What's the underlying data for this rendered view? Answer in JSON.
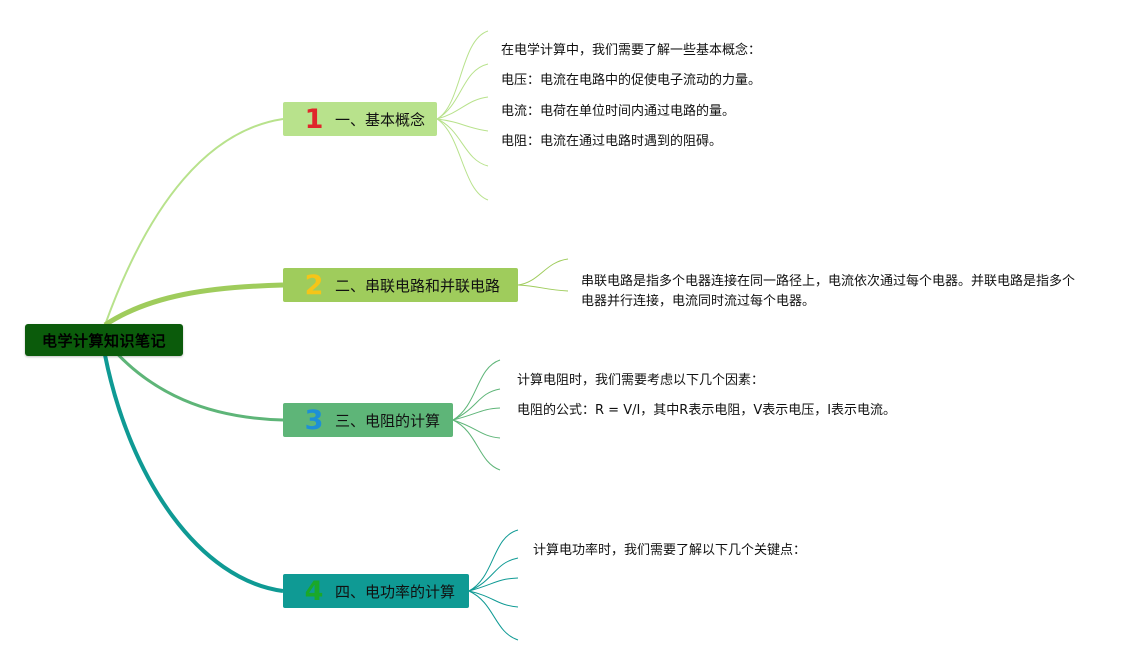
{
  "root": {
    "title": "电学计算知识笔记",
    "bg_color": "#0b5b0b",
    "text_color": "#000000"
  },
  "branches": [
    {
      "number": "1",
      "label": "一、基本概念",
      "node_color": "#b8e28c",
      "number_color": "#e0262b",
      "line_color": "#b8e28c",
      "details": [
        "在电学计算中，我们需要了解一些基本概念：",
        "电压：电流在电路中的促使电子流动的力量。",
        "电流：电荷在单位时间内通过电路的量。",
        "电阻：电流在通过电路时遇到的阻碍。"
      ]
    },
    {
      "number": "2",
      "label": "二、串联电路和并联电路",
      "node_color": "#9fcc5c",
      "number_color": "#f5c518",
      "line_color": "#9fcc5c",
      "details": [
        "串联电路是指多个电器连接在同一路径上，电流依次通过每个电器。并联电路是指多个电器并行连接，电流同时流过每个电器。"
      ]
    },
    {
      "number": "3",
      "label": "三、电阻的计算",
      "node_color": "#5eb578",
      "number_color": "#1e8fd6",
      "line_color": "#5eb578",
      "details": [
        "计算电阻时，我们需要考虑以下几个因素：",
        "电阻的公式：R = V/I，其中R表示电阻，V表示电压，I表示电流。"
      ]
    },
    {
      "number": "4",
      "label": "四、电功率的计算",
      "node_color": "#0f9a94",
      "number_color": "#1aa82a",
      "line_color": "#0f9a94",
      "details": [
        "计算电功率时，我们需要了解以下几个关键点："
      ]
    }
  ]
}
